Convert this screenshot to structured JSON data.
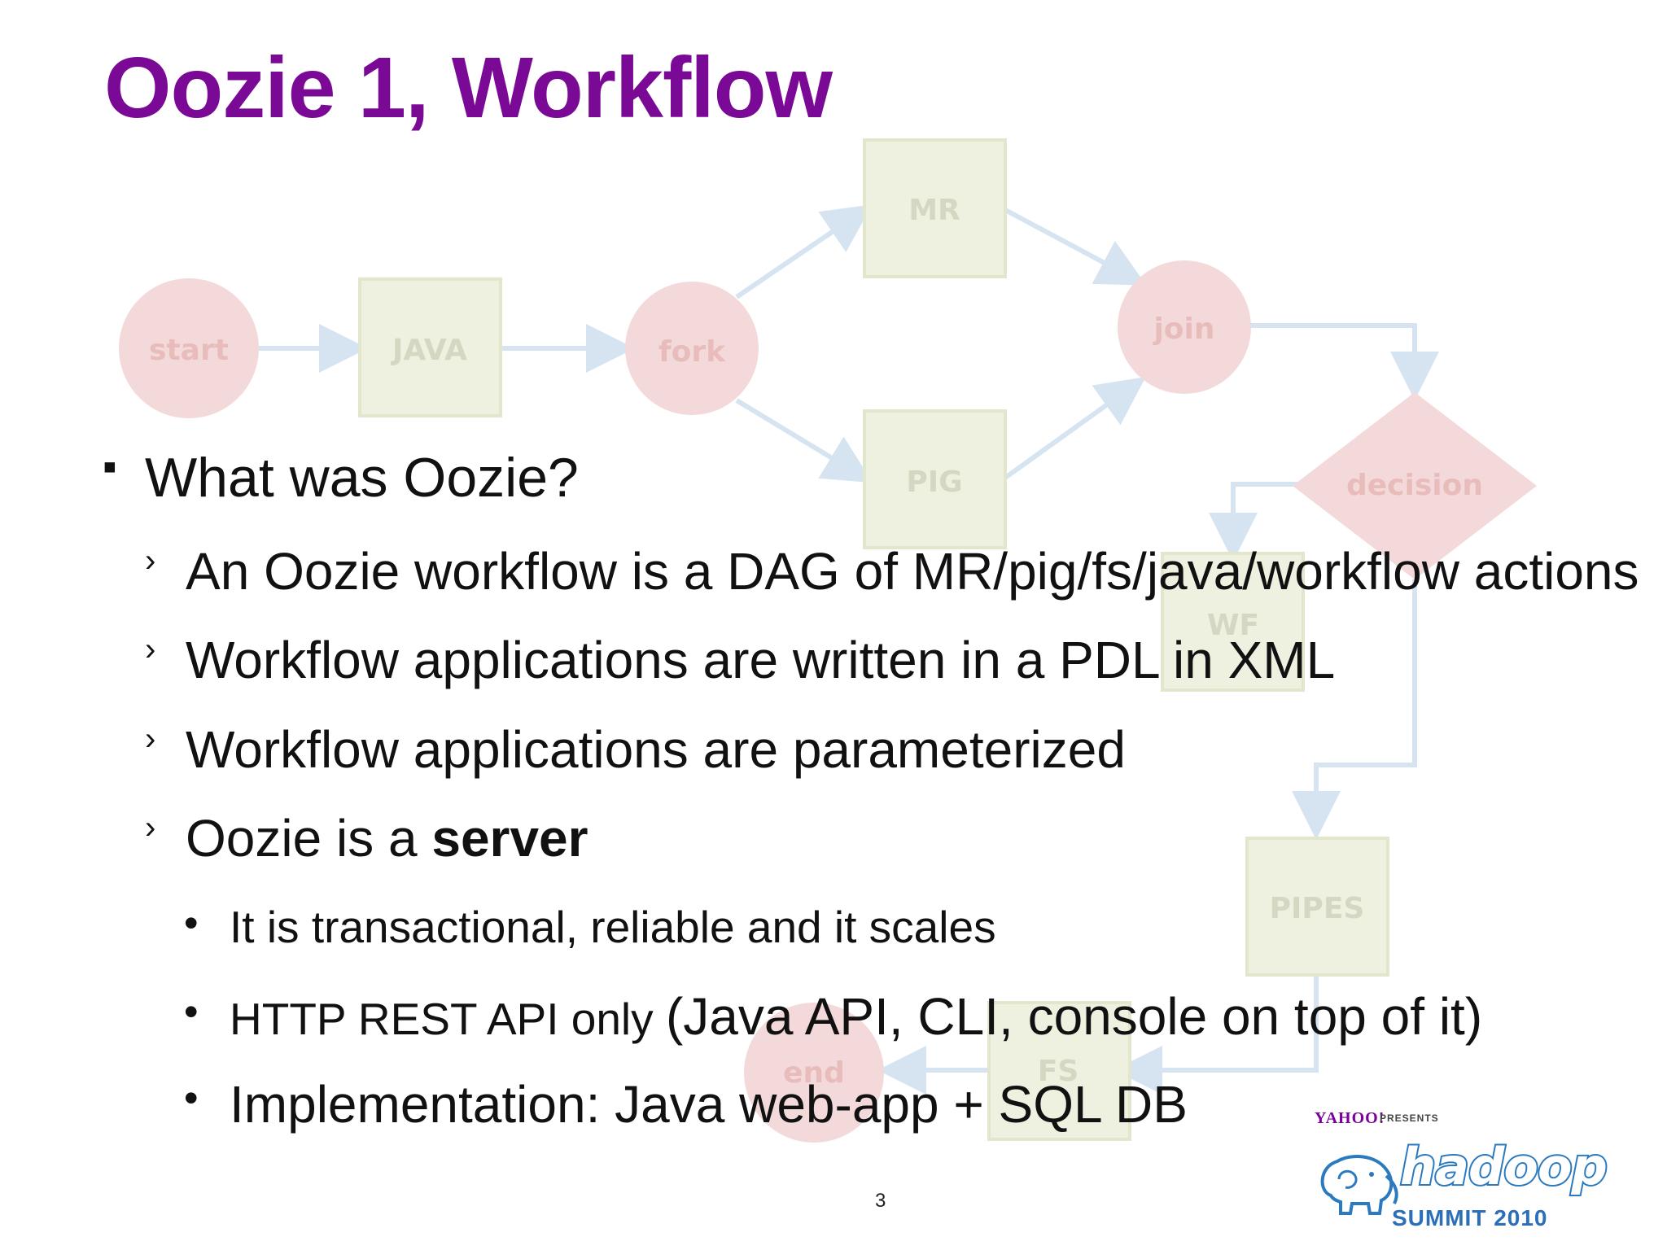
{
  "slide": {
    "title": "Oozie 1, Workflow",
    "page_number": "3"
  },
  "diagram": {
    "nodes": {
      "start": "start",
      "java": "JAVA",
      "fork": "fork",
      "mr": "MR",
      "pig": "PIG",
      "join": "join",
      "decision": "decision",
      "wf": "WF",
      "pipes": "PIPES",
      "fs": "FS",
      "end": "end"
    },
    "colors": {
      "circle_fill": "#f3d9d9",
      "circle_text": "#e9bcbc",
      "box_fill": "#eef0e0",
      "box_stroke": "#e2e6cc",
      "box_text": "#d4d8c2",
      "arrow": "#d6e4f2"
    }
  },
  "bullets": {
    "q": "What was Oozie?",
    "items": [
      "An Oozie workflow is a DAG of MR/pig/fs/java/workflow actions",
      "Workflow applications are written in a PDL  in XML",
      "Workflow applications are parameterized"
    ],
    "server_prefix": "Oozie is a ",
    "server_bold": "server",
    "sub": {
      "transactional": "It is transactional, reliable and it scales",
      "rest_small": "HTTP REST API only ",
      "rest_big": "(Java API, CLI, console on top of it)",
      "impl": "Implementation: Java web-app + SQL DB"
    },
    "markers": {
      "square": "▪",
      "chevron": "›",
      "dot": "•"
    }
  },
  "sponsor": {
    "yahoo": "YAHOO!",
    "presents": "PRESENTS",
    "hadoop": "hadoop",
    "summit": "SUMMIT 2010",
    "brand_purple": "#7b0099",
    "brand_blue": "#2b7ac0"
  }
}
